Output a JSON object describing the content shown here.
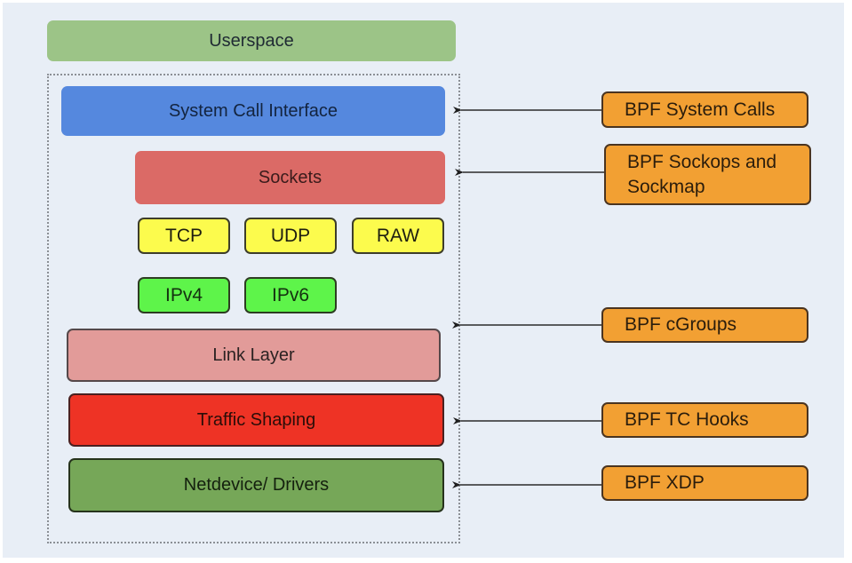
{
  "diagram": {
    "userspace": "Userspace",
    "kernel_layers": {
      "syscall": "System Call Interface",
      "sockets": "Sockets",
      "transport": [
        "TCP",
        "UDP",
        "RAW"
      ],
      "network": [
        "IPv4",
        "IPv6"
      ],
      "link": "Link Layer",
      "traffic": "Traffic Shaping",
      "netdev": "Netdevice/ Drivers"
    },
    "bpf_hooks": [
      {
        "label": "BPF System Calls",
        "target": "System Call Interface"
      },
      {
        "label": "BPF Sockops and Sockmap",
        "target": "Sockets"
      },
      {
        "label": "BPF cGroups",
        "target": "Link Layer"
      },
      {
        "label": "BPF TC Hooks",
        "target": "Traffic Shaping"
      },
      {
        "label": "BPF XDP",
        "target": "Netdevice/ Drivers"
      }
    ],
    "colors": {
      "userspace": "#9cc487",
      "syscall": "#5588de",
      "sockets": "#db6a66",
      "transport": "#fcfb4d",
      "network": "#5ef44a",
      "link": "#e29b99",
      "traffic": "#ee3325",
      "netdev": "#76a758",
      "bpf": "#f2a033",
      "background": "#e8eef6"
    }
  }
}
